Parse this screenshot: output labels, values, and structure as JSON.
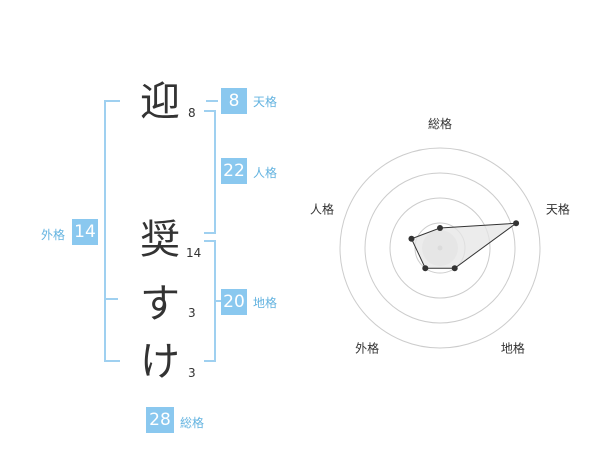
{
  "name": {
    "chars": [
      {
        "char": "迎",
        "strokes": "8"
      },
      {
        "char": "奨",
        "strokes": "14"
      },
      {
        "char": "す",
        "strokes": "3"
      },
      {
        "char": "け",
        "strokes": "3"
      }
    ]
  },
  "grids": {
    "tenkaku": {
      "value": "8",
      "label": "天格"
    },
    "jinkaku": {
      "value": "22",
      "label": "人格"
    },
    "chikaku": {
      "value": "20",
      "label": "地格"
    },
    "gaikaku": {
      "value": "14",
      "label": "外格"
    },
    "soukaku": {
      "value": "28",
      "label": "総格"
    }
  },
  "chart_data": {
    "type": "radar",
    "axes": [
      "総格",
      "天格",
      "地格",
      "外格",
      "人格"
    ],
    "values": [
      0.2,
      0.8,
      0.25,
      0.25,
      0.3
    ],
    "rings": 4,
    "colors": {
      "ring": "#cccccc",
      "fill": "#e6e6e6",
      "line": "#333333",
      "point": "#333333",
      "center": "#bbbbbb"
    }
  }
}
